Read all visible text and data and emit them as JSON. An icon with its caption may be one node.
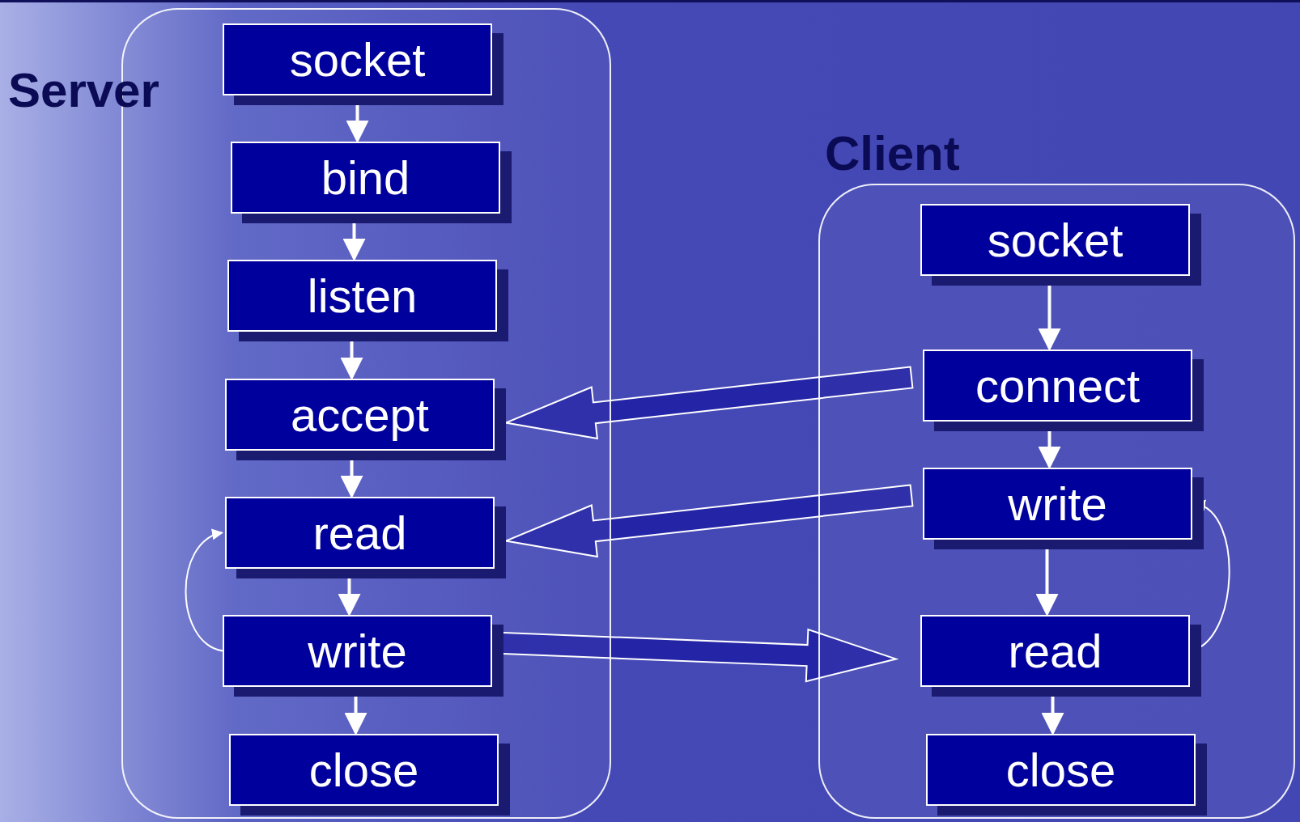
{
  "diagram": {
    "nodes": [
      {
        "text": [
          "Server"
        ]
      },
      {
        "text": [
          "socket"
        ],
        "in": 0
      },
      {
        "text": [
          "bind"
        ],
        "in": 0
      },
      {
        "text": [
          "listen"
        ],
        "in": 0
      },
      {
        "text": [
          "accept"
        ],
        "in": 0
      },
      {
        "text": [
          "read"
        ],
        "in": 0
      },
      {
        "text": [
          "write"
        ],
        "in": 0
      },
      {
        "text": [
          "close"
        ],
        "in": 0
      },
      {
        "text": [
          "Client"
        ]
      },
      {
        "text": [
          "socket"
        ],
        "in": 8
      },
      {
        "text": [
          "connect"
        ],
        "in": 8
      },
      {
        "text": [
          "write"
        ],
        "in": 8
      },
      {
        "text": [
          "read"
        ],
        "in": 8
      },
      {
        "text": [
          "close"
        ],
        "in": 8
      }
    ],
    "edges": [
      {
        "from": 1,
        "to": 2,
        "arrow": "to"
      },
      {
        "from": 2,
        "to": 3,
        "arrow": "to"
      },
      {
        "from": 3,
        "to": 4,
        "arrow": "to"
      },
      {
        "from": 4,
        "to": 5,
        "arrow": "to"
      },
      {
        "from": 5,
        "to": 6,
        "arrow": "to"
      },
      {
        "from": 6,
        "to": 7,
        "arrow": "to"
      },
      {
        "from": 6,
        "to": 5,
        "arrow": "to"
      },
      {
        "from": 9,
        "to": 10,
        "arrow": "to"
      },
      {
        "from": 10,
        "to": 11,
        "arrow": "to"
      },
      {
        "from": 11,
        "to": 12,
        "arrow": "to"
      },
      {
        "from": 12,
        "to": 13,
        "arrow": "to"
      },
      {
        "from": 12,
        "to": 11,
        "arrow": "to"
      },
      {
        "from": 10,
        "to": 4,
        "arrow": "to",
        "style": "thick"
      },
      {
        "from": 11,
        "to": 5,
        "arrow": "to",
        "style": "thick"
      },
      {
        "from": 6,
        "to": 12,
        "arrow": "to",
        "style": "thick"
      }
    ]
  }
}
